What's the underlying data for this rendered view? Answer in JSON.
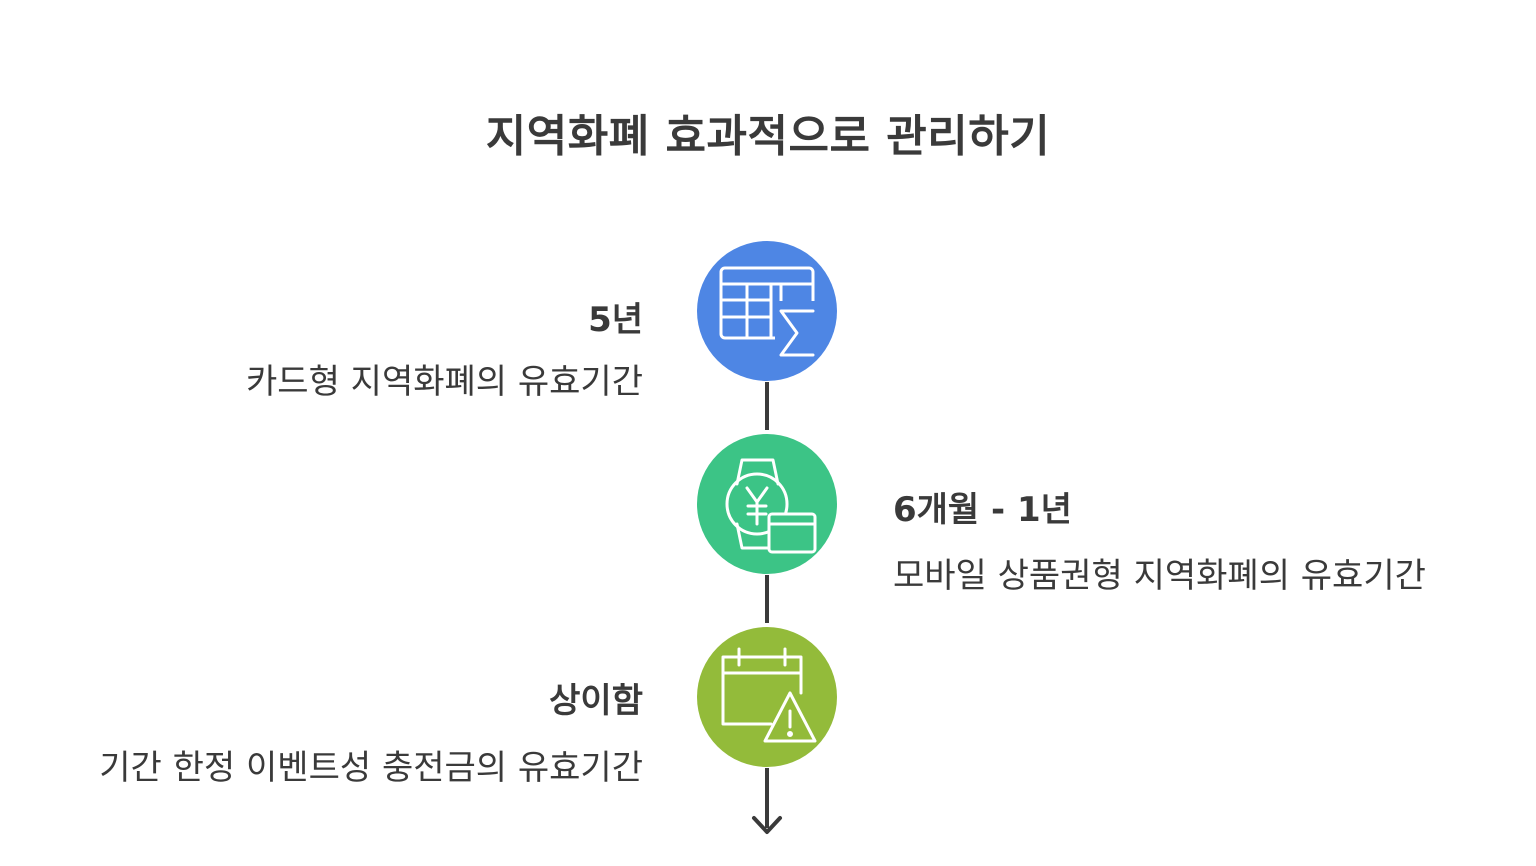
{
  "title": "지역화폐 효과적으로 관리하기",
  "colors": {
    "node1": "#4e86e4",
    "node2": "#3cc486",
    "node3": "#93bb3a",
    "text": "#3a3a3a",
    "icon_stroke": "#ffffff"
  },
  "steps": [
    {
      "label": "5년",
      "description": "카드형 지역화폐의 유효기간",
      "icon": "spreadsheet-sum-icon",
      "side": "left"
    },
    {
      "label": "6개월 - 1년",
      "description": "모바일 상품권형 지역화폐의 유효기간",
      "icon": "watch-yen-card-icon",
      "side": "right"
    },
    {
      "label": "상이함",
      "description": "기간 한정 이벤트성 충전금의 유효기간",
      "icon": "calendar-warning-icon",
      "side": "left"
    }
  ]
}
